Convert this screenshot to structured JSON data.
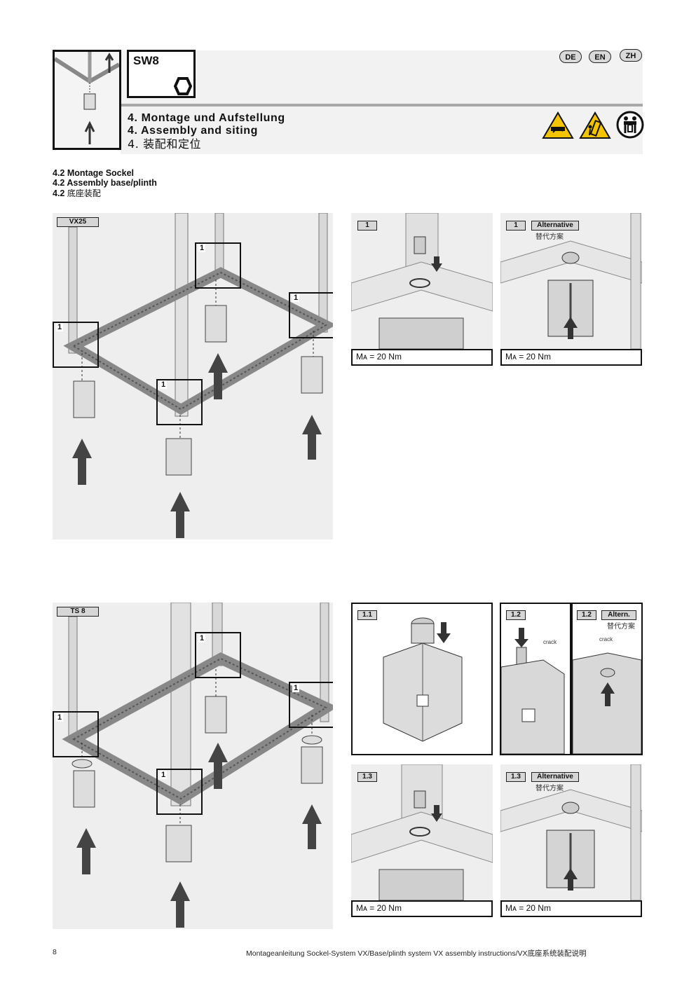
{
  "header": {
    "tool": "SW8",
    "title_de": "4. Montage und Aufstellung",
    "title_en": "4. Assembly and siting",
    "title_zh": "4. 装配和定位",
    "languages": [
      "DE",
      "EN",
      "ZH"
    ],
    "warning_icons": [
      "hand-crush-warning-icon",
      "tipping-warning-icon",
      "two-person-lift-icon"
    ]
  },
  "section": {
    "de": "4.2 Montage Sockel",
    "en": "4.2 Assembly base/plinth",
    "zh_num": "4.2",
    "zh_text": "底座装配"
  },
  "fig_vx25": {
    "label": "VX25",
    "callout": "1",
    "step1": {
      "label": "1",
      "torque": "Mᴀ = 20 Nm"
    },
    "step1_alt": {
      "label": "1",
      "alt_label": "Alternative",
      "alt_cn": "替代方案",
      "torque": "Mᴀ = 20 Nm"
    }
  },
  "fig_ts8": {
    "label": "TS 8",
    "callout": "1",
    "step11": {
      "label": "1.1"
    },
    "step12": {
      "label": "1.2",
      "crack": "crack"
    },
    "step12_alt": {
      "label": "1.2",
      "alt_label": "Altern.",
      "alt_cn": "替代方案",
      "crack": "crack"
    },
    "step13": {
      "label": "1.3",
      "torque": "Mᴀ = 20 Nm"
    },
    "step13_alt": {
      "label": "1.3",
      "alt_label": "Alternative",
      "alt_cn": "替代方案",
      "torque": "Mᴀ = 20 Nm"
    }
  },
  "footer": {
    "page": "8",
    "text": "Montageanleitung Sockel-System VX/Base/plinth system VX assembly instructions/VX底座系统装配说明"
  }
}
